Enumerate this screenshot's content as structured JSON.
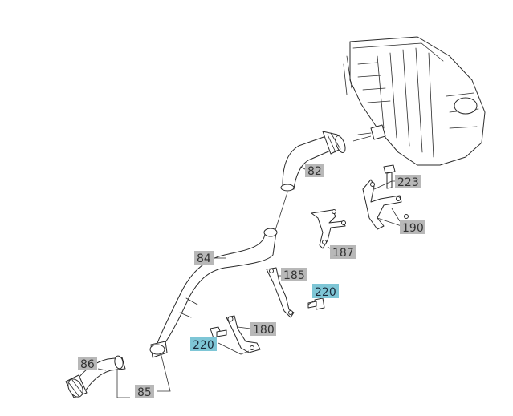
{
  "colors": {
    "callout_bg": "#b8b8b8",
    "callout_highlight_bg": "#7ec6d6",
    "line": "#2a2a2a"
  },
  "callouts": [
    {
      "id": "82",
      "label": "82",
      "highlight": false
    },
    {
      "id": "84",
      "label": "84",
      "highlight": false
    },
    {
      "id": "85",
      "label": "85",
      "highlight": false
    },
    {
      "id": "86",
      "label": "86",
      "highlight": false
    },
    {
      "id": "180",
      "label": "180",
      "highlight": false
    },
    {
      "id": "185",
      "label": "185",
      "highlight": false
    },
    {
      "id": "187",
      "label": "187",
      "highlight": false
    },
    {
      "id": "190",
      "label": "190",
      "highlight": false
    },
    {
      "id": "220a",
      "label": "220",
      "highlight": true
    },
    {
      "id": "220b",
      "label": "220",
      "highlight": true
    },
    {
      "id": "223",
      "label": "223",
      "highlight": false
    }
  ]
}
